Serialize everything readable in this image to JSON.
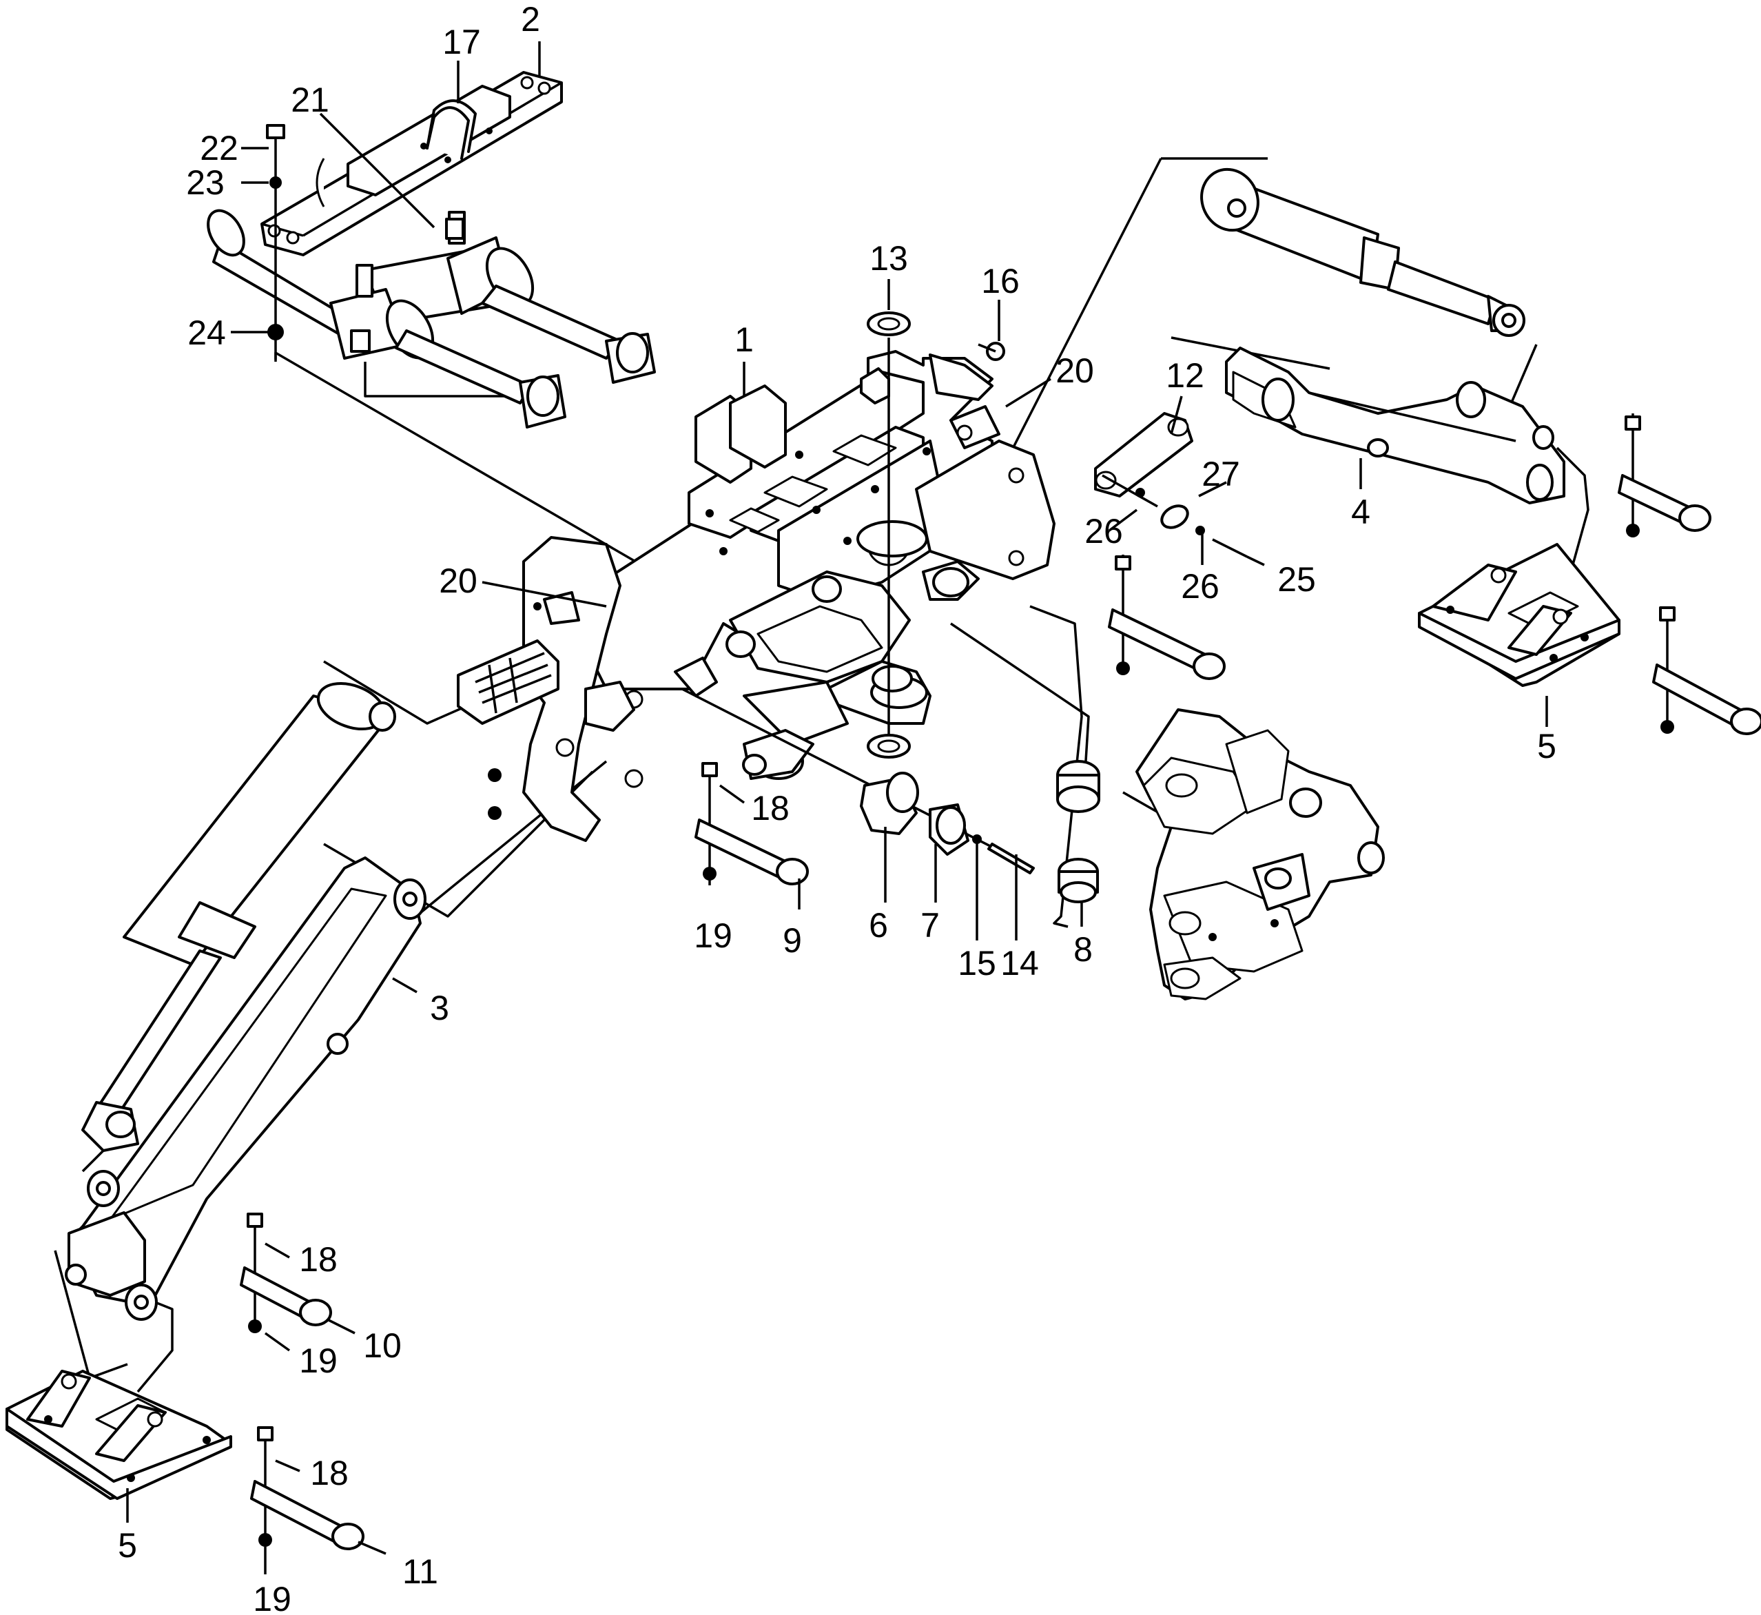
{
  "callouts": {
    "c1": "1",
    "c2": "2",
    "c3": "3",
    "c4": "4",
    "c5a": "5",
    "c5b": "5",
    "c6": "6",
    "c7": "7",
    "c8": "8",
    "c9": "9",
    "c10": "10",
    "c11": "11",
    "c12": "12",
    "c13": "13",
    "c14": "14",
    "c15": "15",
    "c16": "16",
    "c17": "17",
    "c18a": "18",
    "c18b": "18",
    "c18c": "18",
    "c19a": "19",
    "c19b": "19",
    "c19c": "19",
    "c20a": "20",
    "c20b": "20",
    "c21": "21",
    "c22": "22",
    "c23": "23",
    "c24": "24",
    "c25": "25",
    "c26a": "26",
    "c26b": "26",
    "c27": "27"
  }
}
